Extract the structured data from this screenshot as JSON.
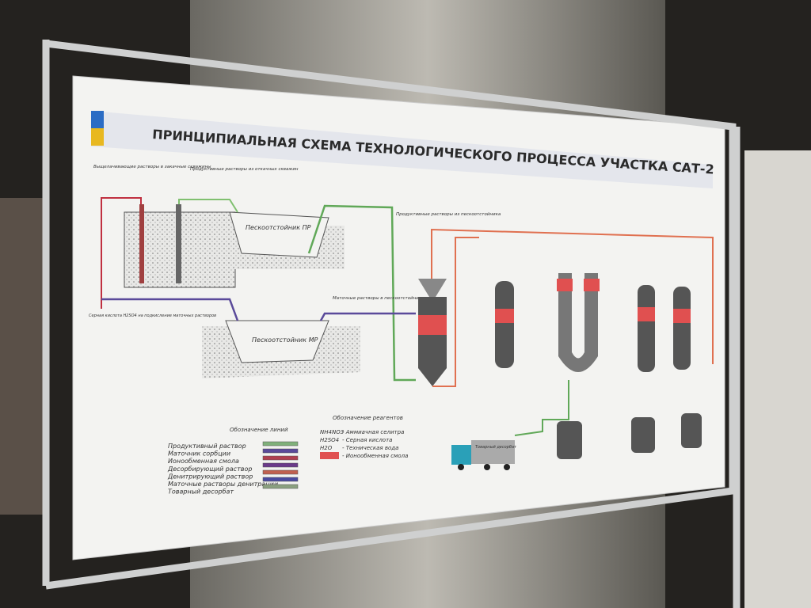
{
  "board": {
    "title": "ПРИНЦИПИАЛЬНАЯ СХЕМА ТЕХНОЛОГИЧЕСКОГО ПРОЦЕССА УЧАСТКА САТ-2",
    "flag_colors": [
      "#2b6cc4",
      "#e8b820"
    ]
  },
  "diagram": {
    "labels": {
      "injection": "Выщелачивающие растворы в закачные скважины",
      "production": "Продуктивные растворы из откачных скважин",
      "sand_trap_pr": "Пескоотстойник ПР",
      "sand_trap_mr": "Пескоотстойник МР",
      "from_sand_trap": "Продуктивные растворы из пескоотстойника",
      "mother_to_trap": "Маточные растворы в пескоотстойник",
      "acid": "Серная кислота H2SO4 на подкисление маточных растворов",
      "truck": "Товарный десорбат"
    },
    "line_legend": {
      "title": "Обозначение линий",
      "items": [
        {
          "label": "Продуктивный раствор",
          "color": "#7fb07a"
        },
        {
          "label": "Маточник сорбции",
          "color": "#5a4a9a"
        },
        {
          "label": "Ионообменная смола",
          "color": "#b04050"
        },
        {
          "label": "Десорбирующий раствор",
          "color": "#6a3a8a"
        },
        {
          "label": "Денитрирующий раствор",
          "color": "#c06050"
        },
        {
          "label": "Маточные растворы денитрации",
          "color": "#4a4aa0"
        },
        {
          "label": "Товарный десорбат",
          "color": "#8aa080"
        }
      ]
    },
    "reagent_legend": {
      "title": "Обозначение реагентов",
      "items": [
        {
          "code": "NH4NO3",
          "label": "- Аммиачная селитра"
        },
        {
          "code": "H2SO4",
          "label": "- Серная кислота"
        },
        {
          "code": "H2O",
          "label": "- Техническая вода"
        },
        {
          "code": "",
          "label": "- Ионообменная смола",
          "color": "#e05050"
        }
      ]
    }
  }
}
